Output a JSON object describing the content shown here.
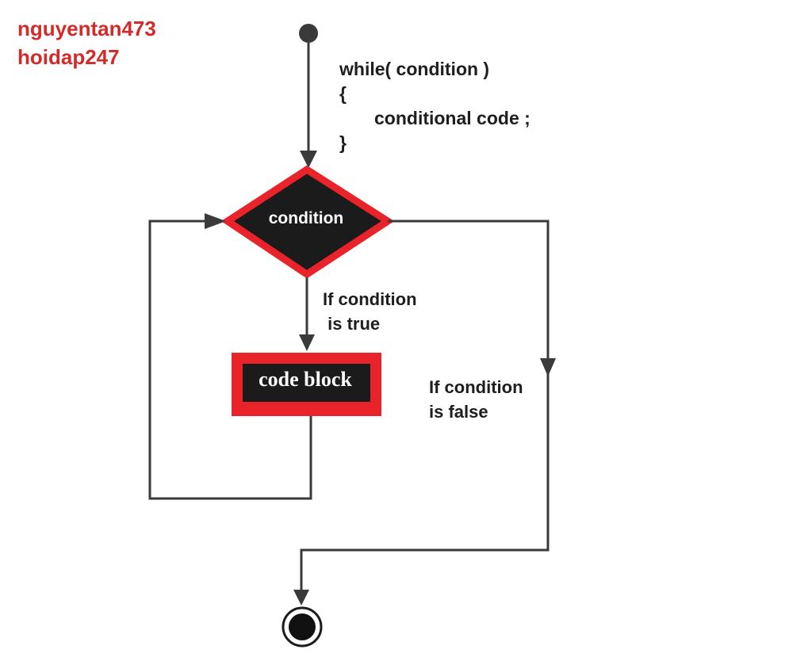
{
  "watermark": {
    "line1": "nguyentan473",
    "line2": "hoidap247"
  },
  "code": {
    "line1": "while( condition )",
    "line2": "{",
    "line3": "conditional code ;",
    "line4": "}"
  },
  "nodes": {
    "condition": "condition",
    "code_block": "code block"
  },
  "edges": {
    "true_line1": "If condition",
    "true_line2": " is true",
    "false_line1": "If condition",
    "false_line2": "is false"
  },
  "colors": {
    "accent_red": "#e8232a",
    "node_fill": "#1b1b1b",
    "line": "#3a3a3a",
    "watermark": "#d42a2a"
  }
}
